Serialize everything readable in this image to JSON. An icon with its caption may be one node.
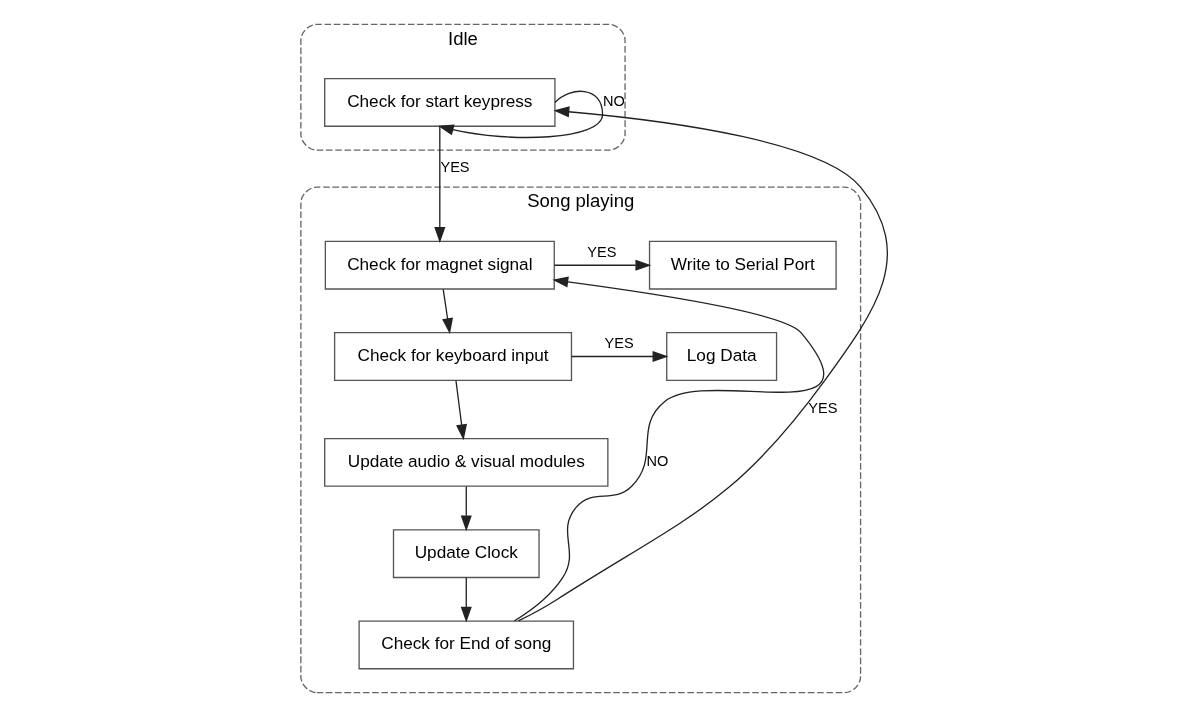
{
  "diagram": {
    "nodes": [
      {
        "text": [
          "Idle"
        ]
      },
      {
        "text": [
          "Check for start keypress"
        ],
        "in": 0
      },
      {
        "text": [
          "Song playing"
        ]
      },
      {
        "text": [
          "Check for magnet signal"
        ],
        "in": 2
      },
      {
        "text": [
          "Write to Serial Port"
        ],
        "in": 2
      },
      {
        "text": [
          "Check for keyboard input"
        ],
        "in": 2
      },
      {
        "text": [
          "Log Data"
        ],
        "in": 2
      },
      {
        "text": [
          "Update audio & visual modules"
        ],
        "in": 2
      },
      {
        "text": [
          "Update Clock"
        ],
        "in": 2
      },
      {
        "text": [
          "Check for End of song"
        ],
        "in": 2
      }
    ],
    "edges": [
      {
        "from": 1,
        "to": 3,
        "arrow": "to",
        "label": "YES"
      },
      {
        "from": 1,
        "to": 1,
        "arrow": "to",
        "label": "NO"
      },
      {
        "from": 3,
        "to": 4,
        "arrow": "to",
        "label": "YES"
      },
      {
        "from": 3,
        "to": 5,
        "arrow": "to"
      },
      {
        "from": 5,
        "to": 6,
        "arrow": "to",
        "label": "YES"
      },
      {
        "from": 5,
        "to": 7,
        "arrow": "to"
      },
      {
        "from": 7,
        "to": 8,
        "arrow": "to"
      },
      {
        "from": 8,
        "to": 9,
        "arrow": "to"
      },
      {
        "from": 9,
        "to": 1,
        "arrow": "to",
        "label": "YES"
      },
      {
        "from": 9,
        "to": 3,
        "arrow": "to",
        "label": "NO"
      }
    ]
  }
}
